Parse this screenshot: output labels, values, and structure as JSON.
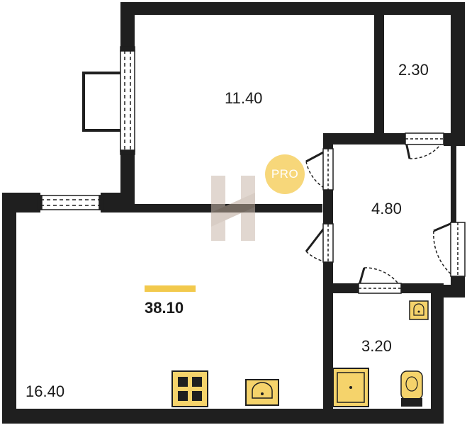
{
  "plan": {
    "rooms": [
      {
        "id": "room",
        "area": "16.40"
      },
      {
        "id": "bedroom",
        "area": "11.40"
      },
      {
        "id": "storage",
        "area": "2.30"
      },
      {
        "id": "hallway",
        "area": "4.80"
      },
      {
        "id": "bathroom",
        "area": "3.20"
      }
    ],
    "total_area": "38.10",
    "badge": "PRO",
    "colors": {
      "wall": "#1f1f1f",
      "accent": "#f2c94c",
      "badge_bg": "#f7d77a",
      "badge_text": "#ffffff",
      "fixture_fill": "#f5d36b",
      "watermark": "#c9b8ab"
    },
    "icons": [
      "stove-icon",
      "kitchen-sink-icon",
      "shower-tray-icon",
      "washbasin-icon",
      "toilet-icon",
      "balcony-outline"
    ]
  }
}
